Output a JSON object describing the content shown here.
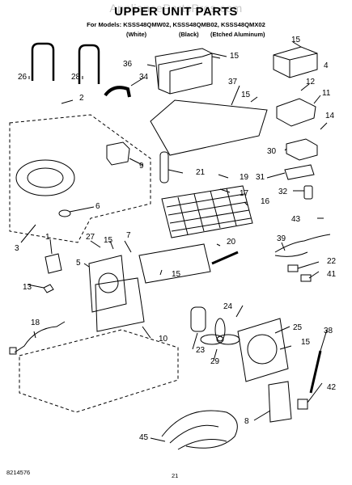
{
  "watermark": "AppliancePartsPros.com",
  "title": "UPPER UNIT PARTS",
  "models_line": "For Models: KSSS48QMW02, KSSS48QMB02, KSSS48QMX02",
  "finishes": [
    "(White)",
    "(Black)",
    "(Etched Aluminum)"
  ],
  "callouts": [
    "15",
    "4",
    "26",
    "28",
    "36",
    "34",
    "15",
    "37",
    "2",
    "12",
    "15",
    "11",
    "14",
    "30",
    "9",
    "21",
    "19",
    "17",
    "16",
    "31",
    "32",
    "6",
    "43",
    "3",
    "1",
    "7",
    "27",
    "15",
    "20",
    "39",
    "22",
    "5",
    "15",
    "41",
    "13",
    "24",
    "25",
    "38",
    "18",
    "10",
    "15",
    "23",
    "29",
    "42",
    "45",
    "8"
  ],
  "footer": {
    "doc_number": "8214576",
    "page_number": "21"
  }
}
